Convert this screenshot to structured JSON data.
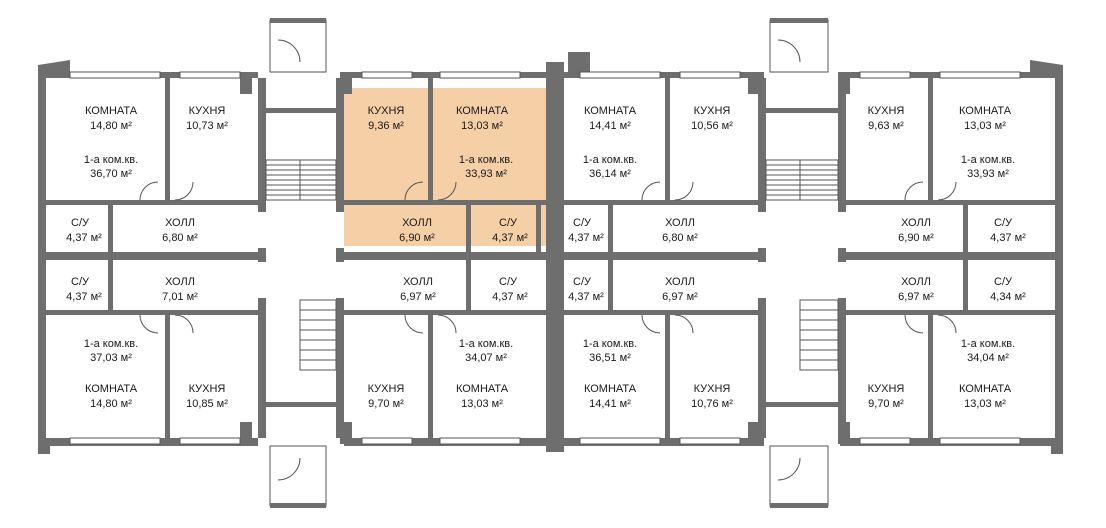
{
  "colors": {
    "wall": "#6e6e6e",
    "highlight": "#f5cfa6",
    "background": "#ffffff"
  },
  "apartments": {
    "a1": {
      "room": "КОМНАТА",
      "room_area": "14,80 м²",
      "kitchen": "КУХНЯ",
      "kitchen_area": "10,73 м²",
      "type": "1-а ком.кв.",
      "total": "36,70 м²",
      "hall": "ХОЛЛ",
      "hall_area": "6,80 м²",
      "bath": "С/У",
      "bath_area": "4,37 м²"
    },
    "a2": {
      "kitchen": "КУХНЯ",
      "kitchen_area": "9,36 м²",
      "room": "КОМНАТА",
      "room_area": "13,03 м²",
      "type": "1-а ком.кв.",
      "total": "33,93 м²",
      "hall": "ХОЛЛ",
      "hall_area": "6,90 м²",
      "bath": "С/У",
      "bath_area": "4,37 м²"
    },
    "a3": {
      "room": "КОМНАТА",
      "room_area": "14,41 м²",
      "kitchen": "КУХНЯ",
      "kitchen_area": "10,56 м²",
      "type": "1-а ком.кв.",
      "total": "36,14 м²",
      "hall": "ХОЛЛ",
      "hall_area": "6,80 м²",
      "bath": "С/У",
      "bath_area": "4,37 м²"
    },
    "a4": {
      "kitchen": "КУХНЯ",
      "kitchen_area": "9,63 м²",
      "room": "КОМНАТА",
      "room_area": "13,03 м²",
      "type": "1-а ком.кв.",
      "total": "33,93 м²",
      "hall": "ХОЛЛ",
      "hall_area": "6,90 м²",
      "bath": "С/У",
      "bath_area": "4,37 м²"
    },
    "b1": {
      "bath": "С/У",
      "bath_area": "4,37 м²",
      "hall": "ХОЛЛ",
      "hall_area": "7,01 м²",
      "type": "1-а ком.кв.",
      "total": "37,03 м²",
      "room": "КОМНАТА",
      "room_area": "14,80 м²",
      "kitchen": "КУХНЯ",
      "kitchen_area": "10,85 м²"
    },
    "b2": {
      "hall": "ХОЛЛ",
      "hall_area": "6,97 м²",
      "bath": "С/У",
      "bath_area": "4,37 м²",
      "type": "1-а ком.кв.",
      "total": "34,07 м²",
      "kitchen": "КУХНЯ",
      "kitchen_area": "9,70 м²",
      "room": "КОМНАТА",
      "room_area": "13,03 м²"
    },
    "b3": {
      "bath": "С/У",
      "bath_area": "4,37 м²",
      "hall": "ХОЛЛ",
      "hall_area": "6,97 м²",
      "type": "1-а ком.кв.",
      "total": "36,51 м²",
      "room": "КОМНАТА",
      "room_area": "14,41 м²",
      "kitchen": "КУХНЯ",
      "kitchen_area": "10,76 м²"
    },
    "b4": {
      "hall": "ХОЛЛ",
      "hall_area": "6,97 м²",
      "bath": "С/У",
      "bath_area": "4,34 м²",
      "type": "1-а ком.кв.",
      "total": "34,04 м²",
      "kitchen": "КУХНЯ",
      "kitchen_area": "9,70 м²",
      "room": "КОМНАТА",
      "room_area": "13,03 м²"
    }
  }
}
